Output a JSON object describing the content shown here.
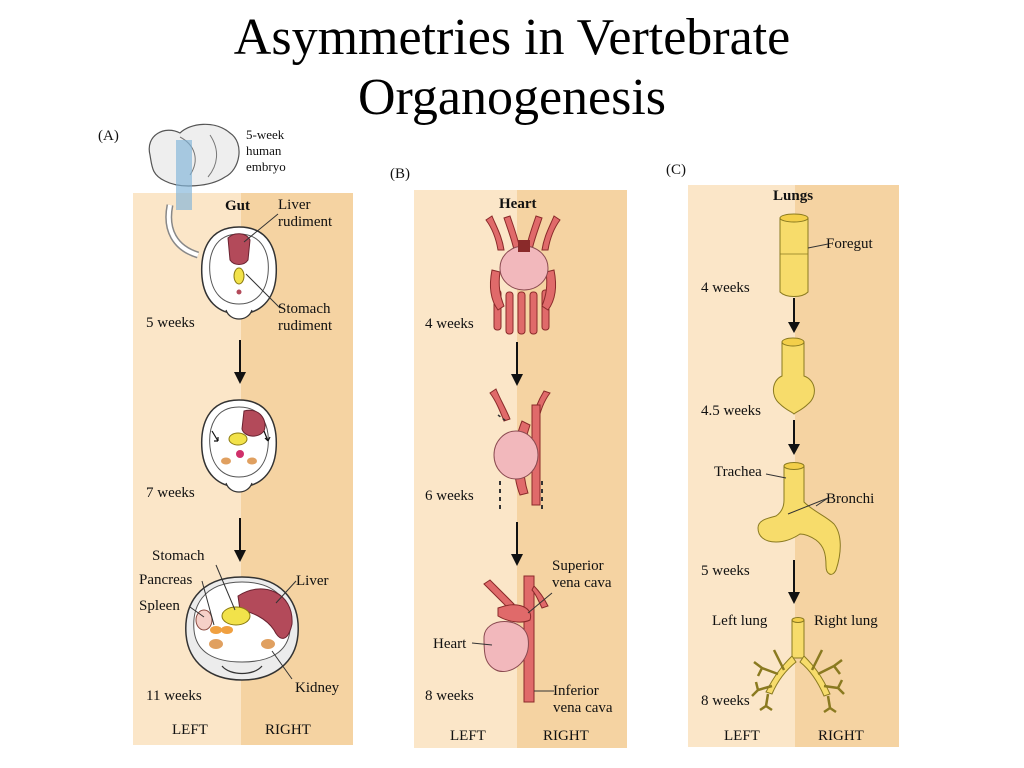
{
  "slide": {
    "title_line1": "Asymmetries in Vertebrate",
    "title_line2": "Organogenesis"
  },
  "panelA": {
    "tag": "(A)",
    "embryo_label_1": "5-week",
    "embryo_label_2": "human",
    "embryo_label_3": "embryo",
    "heading": "Gut",
    "liver_rudiment_1": "Liver",
    "liver_rudiment_2": "rudiment",
    "stomach_rudiment_1": "Stomach",
    "stomach_rudiment_2": "rudiment",
    "stage1": "5 weeks",
    "stage2": "7 weeks",
    "stage3": "11 weeks",
    "stomach": "Stomach",
    "pancreas": "Pancreas",
    "spleen": "Spleen",
    "liver": "Liver",
    "kidney": "Kidney",
    "left": "LEFT",
    "right": "RIGHT"
  },
  "panelB": {
    "tag": "(B)",
    "heading": "Heart",
    "stage1": "4 weeks",
    "stage2": "6 weeks",
    "stage3": "8 weeks",
    "superior_1": "Superior",
    "superior_2": "vena cava",
    "heart": "Heart",
    "inferior_1": "Inferior",
    "inferior_2": "vena cava",
    "left": "LEFT",
    "right": "RIGHT"
  },
  "panelC": {
    "tag": "(C)",
    "heading": "Lungs",
    "foregut": "Foregut",
    "stage1": "4 weeks",
    "stage2": "4.5 weeks",
    "trachea": "Trachea",
    "bronchi": "Bronchi",
    "stage3": "5 weeks",
    "left_lung": "Left lung",
    "right_lung": "Right lung",
    "stage4": "8 weeks",
    "left": "LEFT",
    "right": "RIGHT"
  },
  "colors": {
    "panel_left": "#fbe6c8",
    "panel_right": "#f5d3a2",
    "liver": "#b34a5a",
    "stomach": "#f2e24a",
    "kidney": "#e0a060",
    "vessel": "#e06a6a",
    "heart": "#f2b8bc",
    "lung": "#f7dc6b"
  }
}
